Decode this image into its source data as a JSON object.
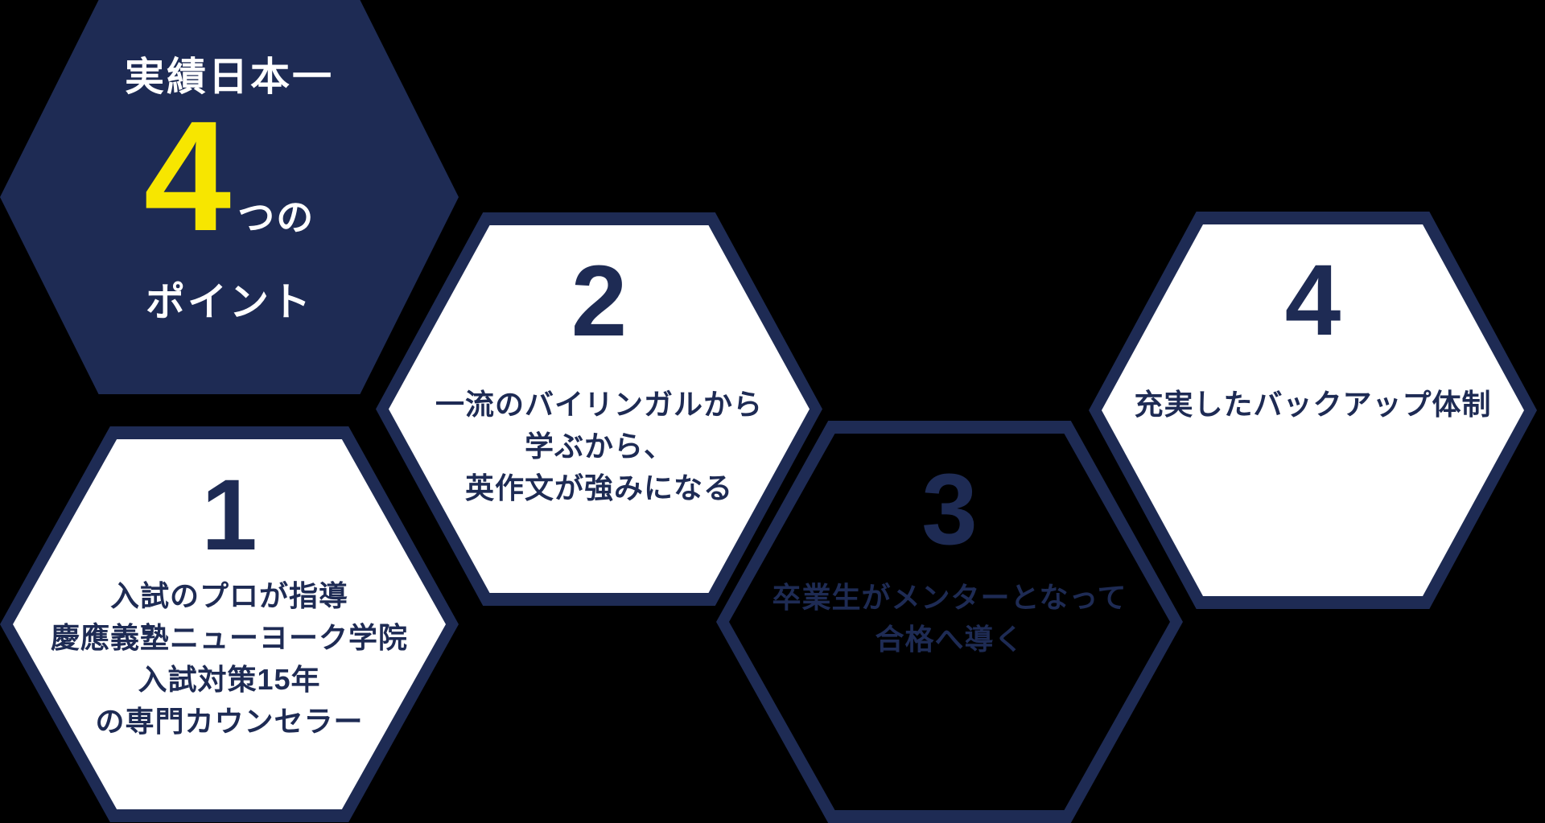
{
  "colors": {
    "navy": "#1e2b54",
    "white": "#ffffff",
    "yellow": "#f7e600",
    "background": "#000000"
  },
  "title_hex": {
    "heading": "実績日本一",
    "big_number": "4",
    "big_number_suffix": "つの",
    "subheading": "ポイント"
  },
  "points": [
    {
      "number": "1",
      "lines": [
        "入試のプロが指導",
        "慶應義塾ニューヨーク学院",
        "入試対策15年",
        "の専門カウンセラー"
      ]
    },
    {
      "number": "2",
      "lines": [
        "一流のバイリンガルから",
        "学ぶから、",
        "英作文が強みになる"
      ]
    },
    {
      "number": "3",
      "lines": [
        "卒業生がメンターとなって",
        "合格へ導く"
      ]
    },
    {
      "number": "4",
      "lines": [
        "充実したバックアップ体制"
      ]
    }
  ]
}
